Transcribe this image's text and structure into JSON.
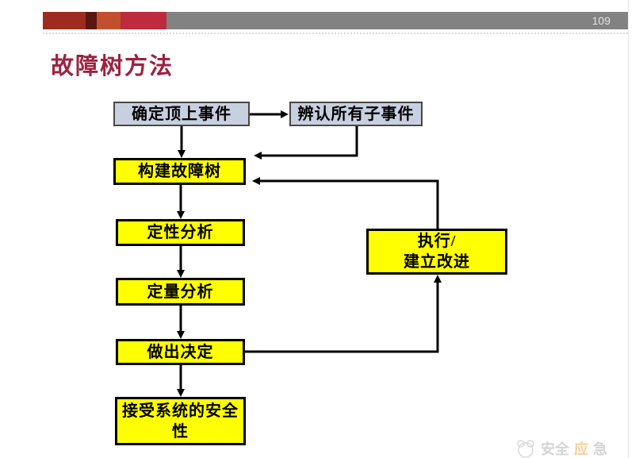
{
  "slide": {
    "page_number": "109",
    "title": "故障树方法"
  },
  "header_bar": {
    "accent_colors": [
      "#9E2B1F",
      "#5A1612",
      "#C2502F",
      "#BE2B3F"
    ],
    "bar_color": "#828282",
    "page_number_color": "#E3E3E3"
  },
  "flowchart": {
    "nodes": [
      {
        "id": "determine-top-event",
        "label": "确定顶上事件",
        "fill": "blue"
      },
      {
        "id": "identify-sub-events",
        "label": "辨认所有子事件",
        "fill": "blue"
      },
      {
        "id": "build-fault-tree",
        "label": "构建故障树",
        "fill": "yellow"
      },
      {
        "id": "qualitative-analysis",
        "label": "定性分析",
        "fill": "yellow"
      },
      {
        "id": "quantitative-analysis",
        "label": "定量分析",
        "fill": "yellow"
      },
      {
        "id": "make-decision",
        "label": "做出决定",
        "fill": "yellow"
      },
      {
        "id": "accept-system-safety",
        "label": "接受系统的安全性",
        "line1": "接受系统的安全",
        "line2": "性",
        "fill": "yellow"
      },
      {
        "id": "implement-improvements",
        "label": "执行/建立改进",
        "line1": "执行/",
        "line2": "建立改进",
        "fill": "yellow"
      }
    ],
    "edges": [
      {
        "from": "determine-top-event",
        "to": "identify-sub-events"
      },
      {
        "from": "determine-top-event",
        "to": "build-fault-tree"
      },
      {
        "from": "identify-sub-events",
        "to": "build-fault-tree"
      },
      {
        "from": "build-fault-tree",
        "to": "qualitative-analysis"
      },
      {
        "from": "qualitative-analysis",
        "to": "quantitative-analysis"
      },
      {
        "from": "quantitative-analysis",
        "to": "make-decision"
      },
      {
        "from": "make-decision",
        "to": "accept-system-safety"
      },
      {
        "from": "make-decision",
        "to": "implement-improvements"
      },
      {
        "from": "implement-improvements",
        "to": "build-fault-tree"
      }
    ]
  },
  "watermark": {
    "icon": "panda-logo-icon",
    "text_left": "安全",
    "text_highlight": "应",
    "text_right": "急"
  },
  "colors": {
    "title": "#9E2140",
    "node_blue_fill": "#C8D0DF",
    "node_blue_border": "#474747",
    "node_yellow_fill": "#FFFF00",
    "node_yellow_border": "#000000",
    "connector": "#000000",
    "watermark_orange": "#F0A12B"
  }
}
